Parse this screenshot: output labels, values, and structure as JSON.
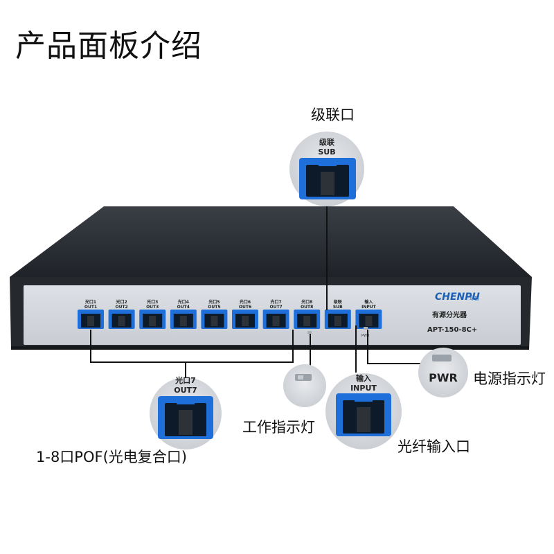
{
  "page_title": "产品面板介绍",
  "brand": {
    "logo_text": "CHENPU",
    "logo_sub": "琛普",
    "colors": {
      "logo": "#1a5fb4",
      "port_blue": "#1e6fd9"
    }
  },
  "device": {
    "name": "有源分光器",
    "model": "APT-150-8C+"
  },
  "ports": [
    {
      "cn": "光口1",
      "en": "OUT1"
    },
    {
      "cn": "光口2",
      "en": "OUT2"
    },
    {
      "cn": "光口3",
      "en": "OUT3"
    },
    {
      "cn": "光口4",
      "en": "OUT4"
    },
    {
      "cn": "光口5",
      "en": "OUT5"
    },
    {
      "cn": "光口6",
      "en": "OUT6"
    },
    {
      "cn": "光口7",
      "en": "OUT7"
    },
    {
      "cn": "光口8",
      "en": "OUT8"
    },
    {
      "cn": "级联",
      "en": "SUB"
    },
    {
      "cn": "输入",
      "en": "INPUT"
    }
  ],
  "small_labels": {
    "pwr": "PWR"
  },
  "zoom": {
    "sub": {
      "cn": "级联",
      "en": "SUB"
    },
    "out7": {
      "cn": "光口7",
      "en": "OUT7"
    },
    "input": {
      "cn": "输入",
      "en": "INPUT"
    },
    "pwr": "PWR"
  },
  "callouts": {
    "sub": "级联口",
    "pof": "1-8口POF(光电复合口)",
    "work_led": "工作指示灯",
    "fiber_input": "光纤输入口",
    "power_led": "电源指示灯"
  }
}
